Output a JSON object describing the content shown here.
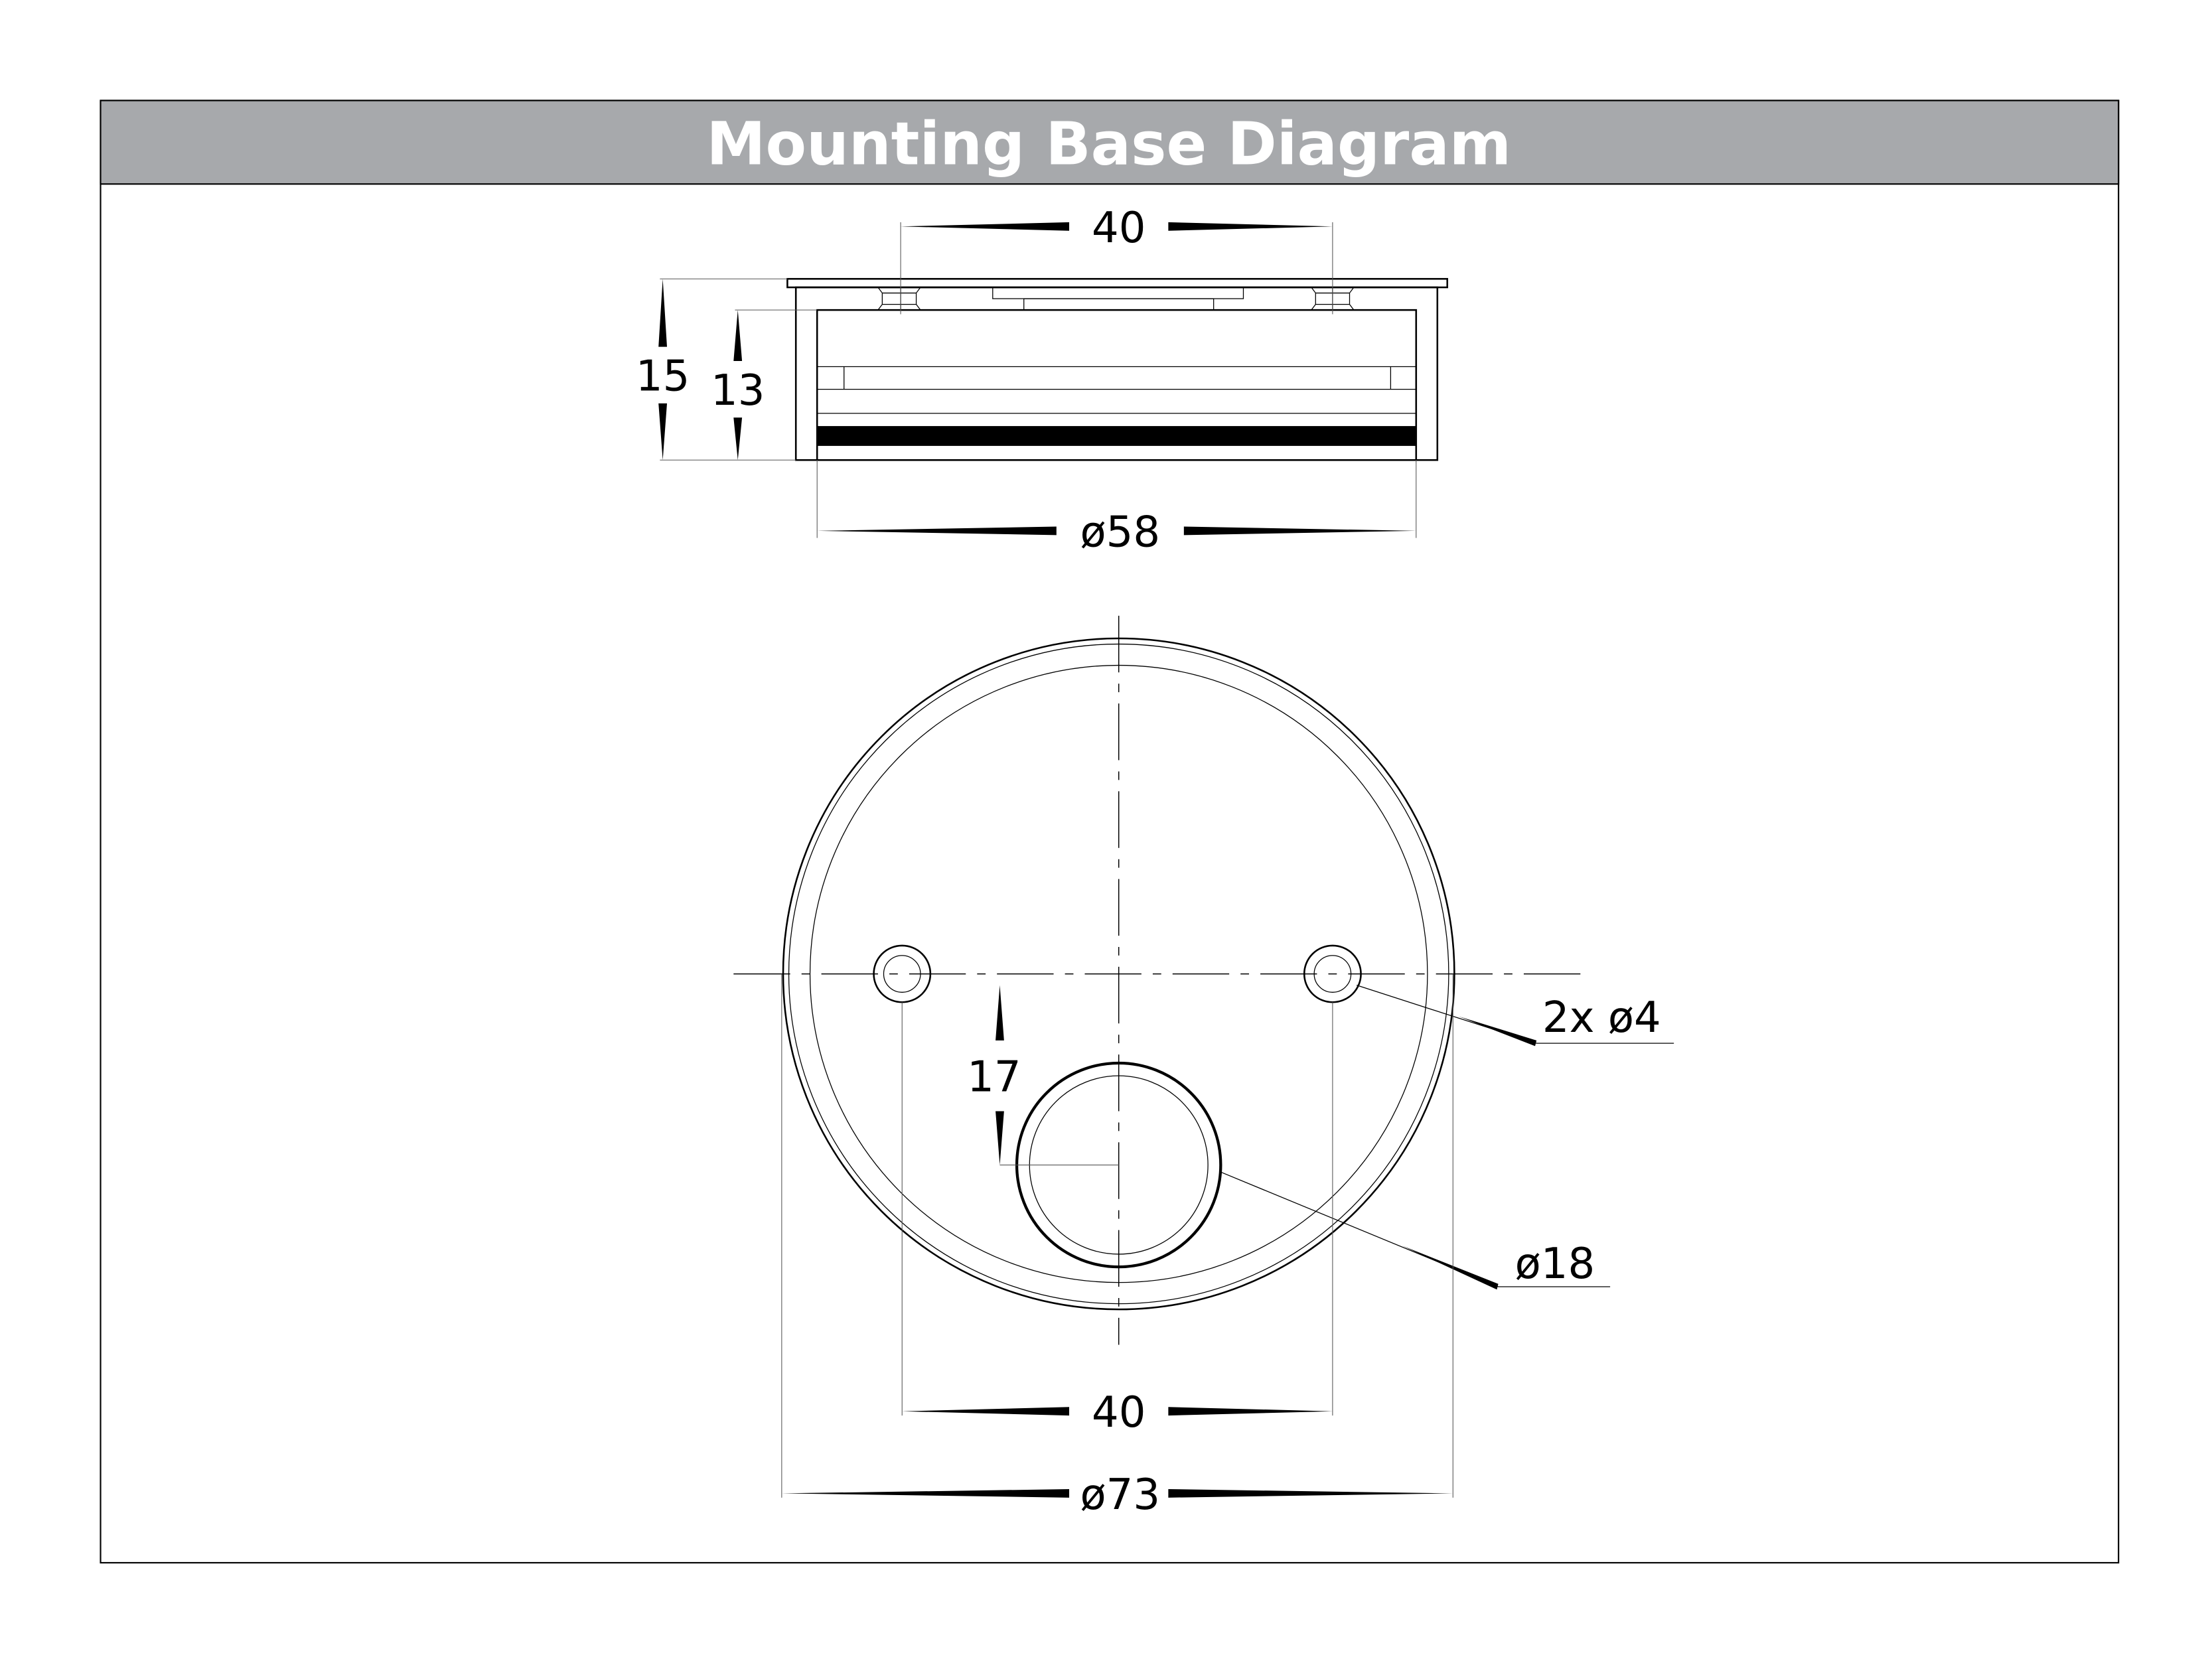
{
  "header": {
    "title": "Mounting Base Diagram",
    "bar_color": "#a7a9ac"
  },
  "side_view": {
    "top_width_label": "40",
    "total_height_label": "15",
    "body_height_label": "13",
    "body_diameter_label": "ø58"
  },
  "plan_view": {
    "hole_spacing_label": "40",
    "outer_diameter_label": "ø73",
    "offset_label": "17",
    "mount_holes_label": "2x ø4",
    "cable_hole_label": "ø18"
  }
}
